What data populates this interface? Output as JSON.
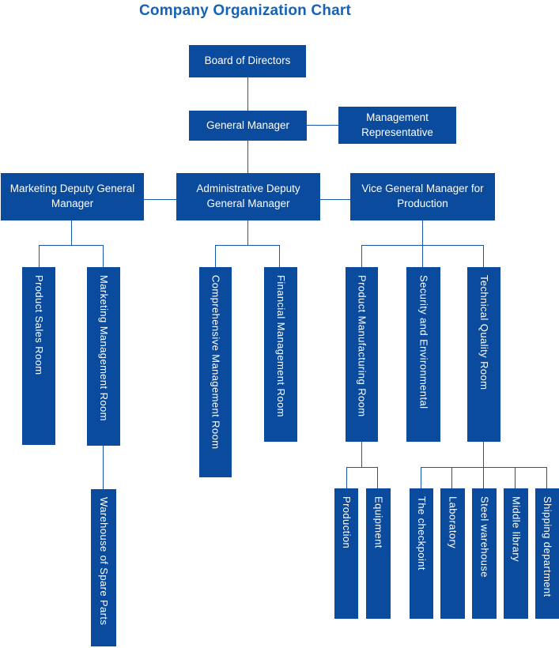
{
  "title": "Company Organization Chart",
  "colors": {
    "box": "#0b4b9d",
    "line": "#1759a7",
    "title": "#1463b7",
    "box_text": "#ffffff",
    "background": "#ffffff"
  },
  "nodes": {
    "board": "Board of Directors",
    "general_manager": "General Manager",
    "management_representative": "Management Representative",
    "marketing_deputy": "Marketing Deputy General Manager",
    "administrative_deputy": "Administrative Deputy General Manager",
    "vice_production": "Vice General Manager for Production",
    "product_sales": "Product Sales Room",
    "marketing_management": "Marketing Management Room",
    "warehouse_spare_parts": "Warehouse of Spare Parts",
    "comprehensive_management": "Comprehensive Management Room",
    "financial_management": "Financial Management Room",
    "product_manufacturing": "Product Manufacturing Room",
    "security_environmental": "Security and Environmental",
    "technical_quality": "Technical Quality Room",
    "production": "Production",
    "equipment": "Equipment",
    "checkpoint": "The checkpoint",
    "laboratory": "Laboratory",
    "steel_warehouse": "Steel warehouse",
    "middle_library": "Middle library",
    "shipping_department": "Shipping department"
  },
  "hierarchy": {
    "board": [
      "general_manager"
    ],
    "general_manager": [
      "management_representative",
      "administrative_deputy"
    ],
    "administrative_deputy": [
      "marketing_deputy",
      "vice_production",
      "comprehensive_management",
      "financial_management"
    ],
    "marketing_deputy": [
      "product_sales",
      "marketing_management"
    ],
    "marketing_management": [
      "warehouse_spare_parts"
    ],
    "vice_production": [
      "product_manufacturing",
      "security_environmental",
      "technical_quality"
    ],
    "product_manufacturing": [
      "production",
      "equipment"
    ],
    "technical_quality": [
      "checkpoint",
      "laboratory",
      "steel_warehouse",
      "middle_library",
      "shipping_department"
    ]
  }
}
